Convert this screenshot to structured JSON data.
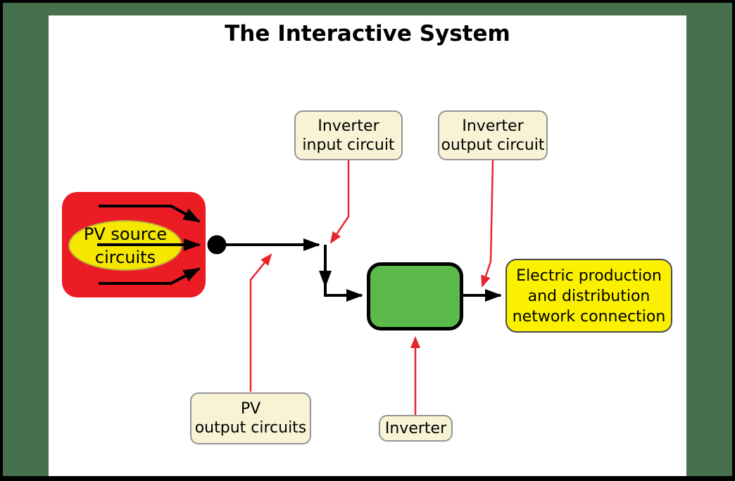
{
  "title": "The Interactive System",
  "diagram": {
    "pv_source_block": {
      "label": "PV source\ncircuits"
    },
    "grid_block": {
      "label": "Electric production\nand distribution\nnetwork connection"
    },
    "callouts": {
      "inverter_input": {
        "label": "Inverter\ninput circuit"
      },
      "inverter_output": {
        "label": "Inverter\noutput circuit"
      },
      "pv_output": {
        "label": "PV\noutput circuits"
      },
      "inverter": {
        "label": "Inverter"
      }
    }
  },
  "colors": {
    "outer_border_black": "#000000",
    "frame_green": "#47704C",
    "panel_white": "#FFFFFF",
    "pv_source_red": "#EC1C24",
    "pv_ellipse_yellow": "#F5E700",
    "inverter_green": "#5BBA4A",
    "grid_yellow": "#FAF000",
    "callout_cream": "#F8F3D4",
    "callout_border_gray": "#949494",
    "connector_red": "#E8252C",
    "wire_black": "#000000"
  }
}
